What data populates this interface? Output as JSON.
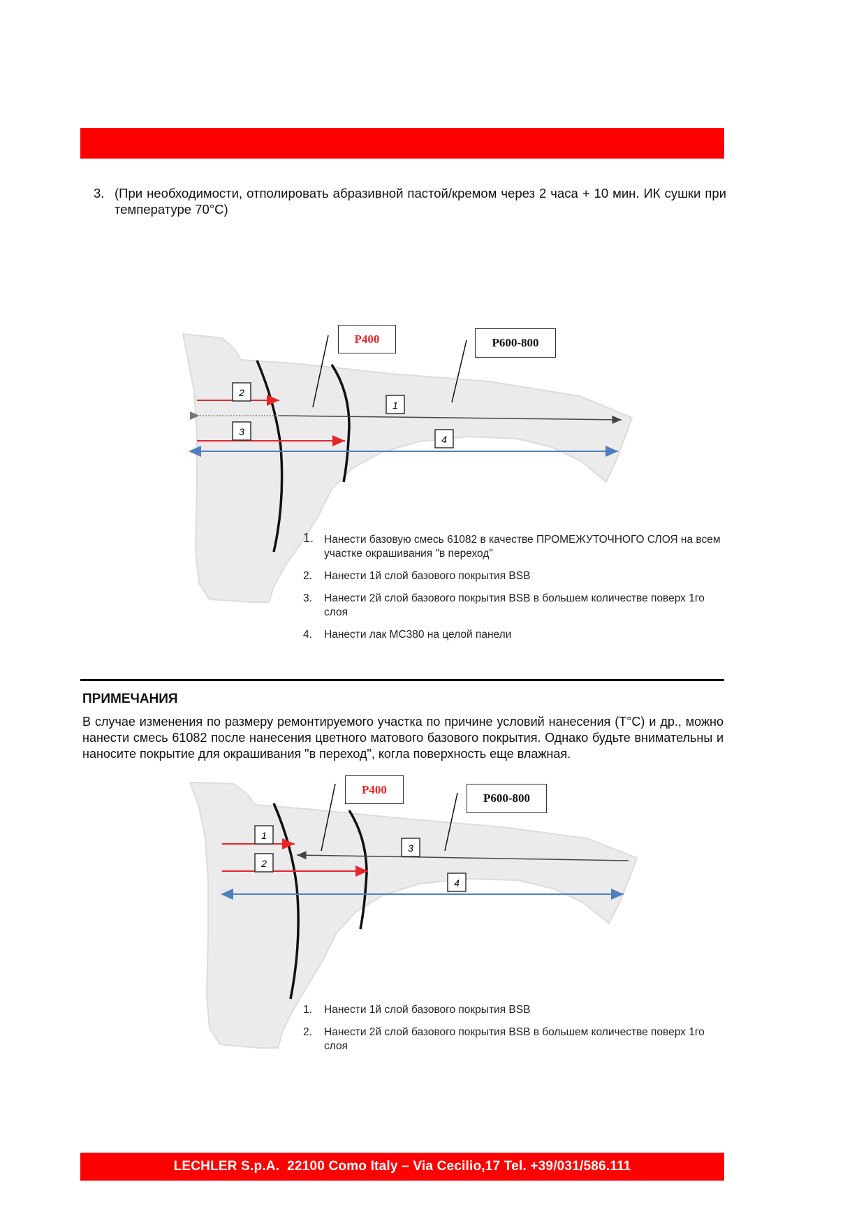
{
  "colors": {
    "accent": "#ff0000",
    "fender": "#ebebeb",
    "red_arrow": "#e8262a",
    "blue_arrow": "#4f7fbf",
    "line": "#111111"
  },
  "step3": {
    "num": "3.",
    "text": "(При необходимости, отполировать абразивной пастой/кремом через 2 часа + 10 мин. ИК сушки при температуре 70°С)"
  },
  "figure1": {
    "label_p400": "P400",
    "label_p600": "P600-800",
    "markers": [
      "2",
      "1",
      "3",
      "4"
    ],
    "steps": [
      {
        "n": "1.",
        "text": "Нанести базовую смесь 61082 в качестве ПРОМЕЖУТОЧНОГО СЛОЯ на всем участке окрашивания \"в переход\""
      },
      {
        "n": "2.",
        "text": "Нанести 1й слой базового покрытия BSB"
      },
      {
        "n": "3.",
        "text": "Нанести 2й слой базового покрытия BSB в большем количестве поверх 1го слоя"
      },
      {
        "n": "4.",
        "text": "Нанести лак MC380 на целой панели"
      }
    ]
  },
  "notes": {
    "title": "ПРИМЕЧАНИЯ",
    "text": "В случае изменения по размеру ремонтируемого участка по причине условий нанесения (T°C) и др., можно нанести смесь 61082 после нанесения цветного матового базового покрытия. Однако будьте внимательны и наносите покрытие для окрашивания \"в переход\", когла поверхность еще влажная."
  },
  "figure2": {
    "label_p400": "P400",
    "label_p600": "P600-800",
    "markers": [
      "1",
      "2",
      "3",
      "4"
    ],
    "steps": [
      {
        "n": "1.",
        "text": "Нанести 1й слой базового покрытия BSB"
      },
      {
        "n": "2.",
        "text": "Нанести 2й слой базового покрытия BSB в большем количестве поверх 1го слоя"
      }
    ]
  },
  "footer": {
    "text": "LECHLER S.p.A.  22100 Como Italy – Via Cecilio,17 Tel. +39/031/586.111"
  }
}
